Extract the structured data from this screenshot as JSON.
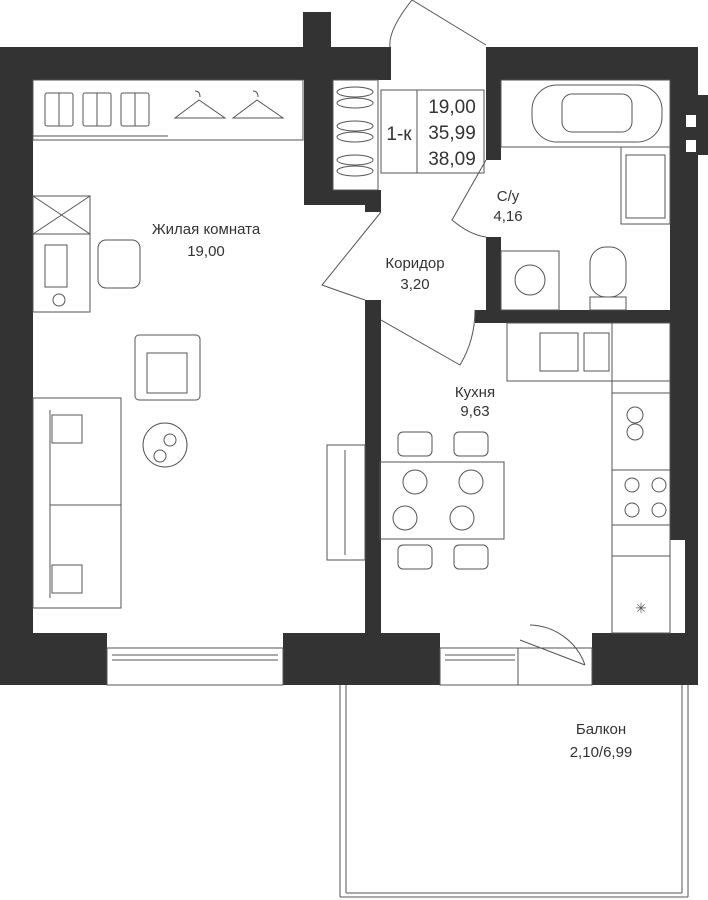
{
  "apartment": {
    "type": "1-к",
    "living_area": "19,00",
    "total_area": "35,99",
    "total_area_with_balcony": "38,09"
  },
  "rooms": {
    "living": {
      "name": "Жилая комната",
      "area": "19,00"
    },
    "corridor": {
      "name": "Коридор",
      "area": "3,20"
    },
    "bathroom": {
      "name": "С/у",
      "area": "4,16"
    },
    "kitchen": {
      "name": "Кухня",
      "area": "9,63"
    },
    "balcony": {
      "name": "Балкон",
      "area": "2,10/6,99"
    }
  },
  "colors": {
    "wall": "#333333",
    "line": "#555555",
    "background": "#ffffff"
  }
}
